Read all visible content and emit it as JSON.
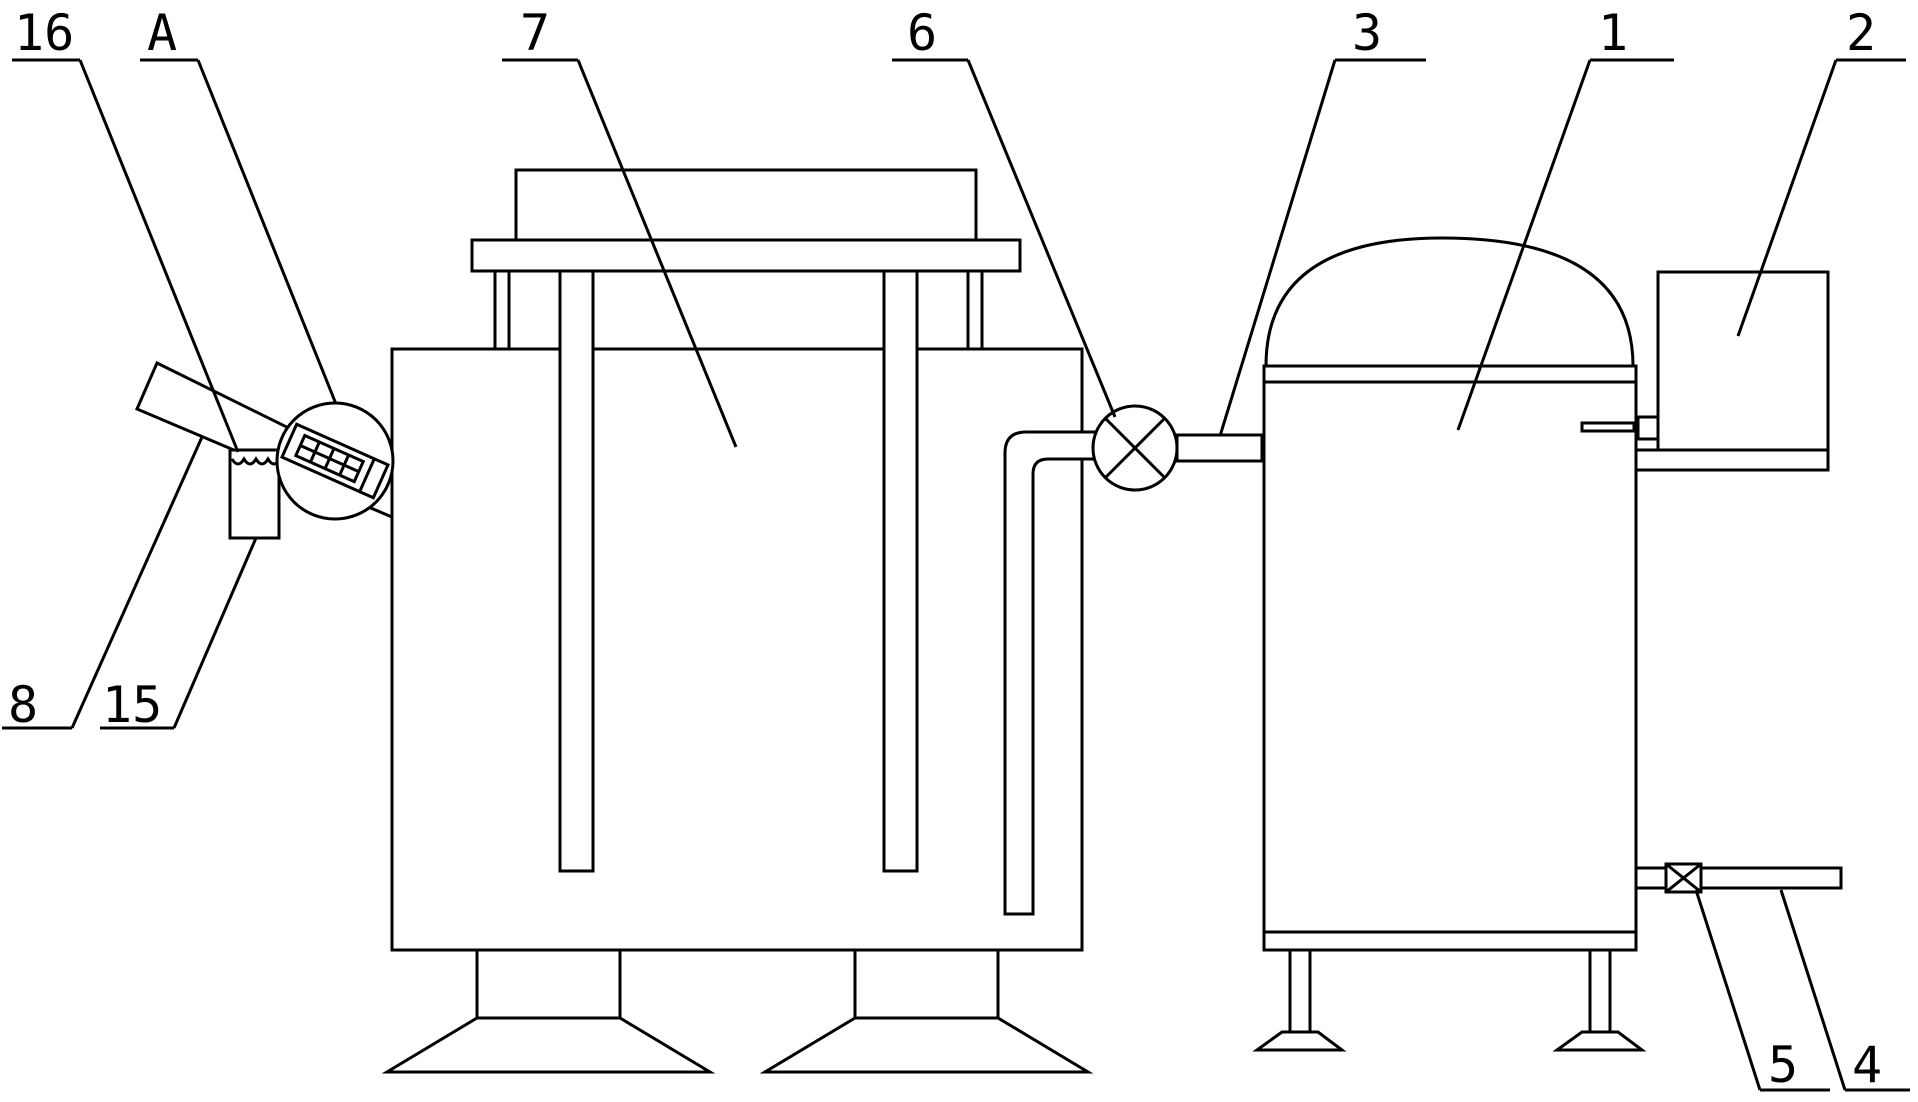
{
  "labels": {
    "l16": "16",
    "lA": "A",
    "l7": "7",
    "l6": "6",
    "l3": "3",
    "l1": "1",
    "l2": "2",
    "l8": "8",
    "l15": "15",
    "l5": "5",
    "l4": "4"
  }
}
